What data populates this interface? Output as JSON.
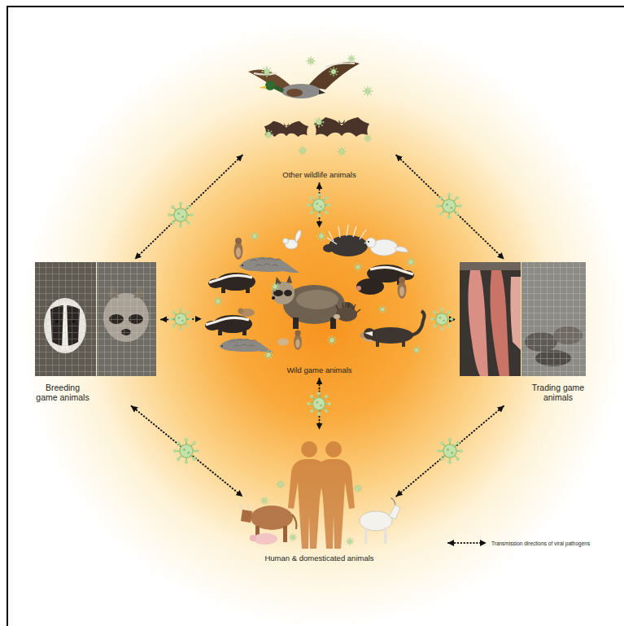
{
  "diagram": {
    "nodes": [
      {
        "text": [
          "Other wildlife animals"
        ]
      },
      {
        "text": [
          "Breeding game animals"
        ]
      },
      {
        "text": [
          "Wild game animals"
        ]
      },
      {
        "text": [
          "Trading game animals"
        ]
      },
      {
        "text": [
          "Human & domesticated animals"
        ]
      }
    ],
    "edges": [
      {
        "from": 0,
        "to": 1,
        "arrow": "both"
      },
      {
        "from": 0,
        "to": 2,
        "arrow": "both"
      },
      {
        "from": 0,
        "to": 3,
        "arrow": "both"
      },
      {
        "from": 1,
        "to": 2,
        "arrow": "both"
      },
      {
        "from": 2,
        "to": 3,
        "arrow": "both"
      },
      {
        "from": 2,
        "to": 4,
        "arrow": "both"
      },
      {
        "from": 1,
        "to": 4,
        "arrow": "both"
      },
      {
        "from": 3,
        "to": 4,
        "arrow": "both"
      }
    ],
    "legend": [
      {
        "text": "Transmission directions of viral pathogens"
      }
    ]
  }
}
